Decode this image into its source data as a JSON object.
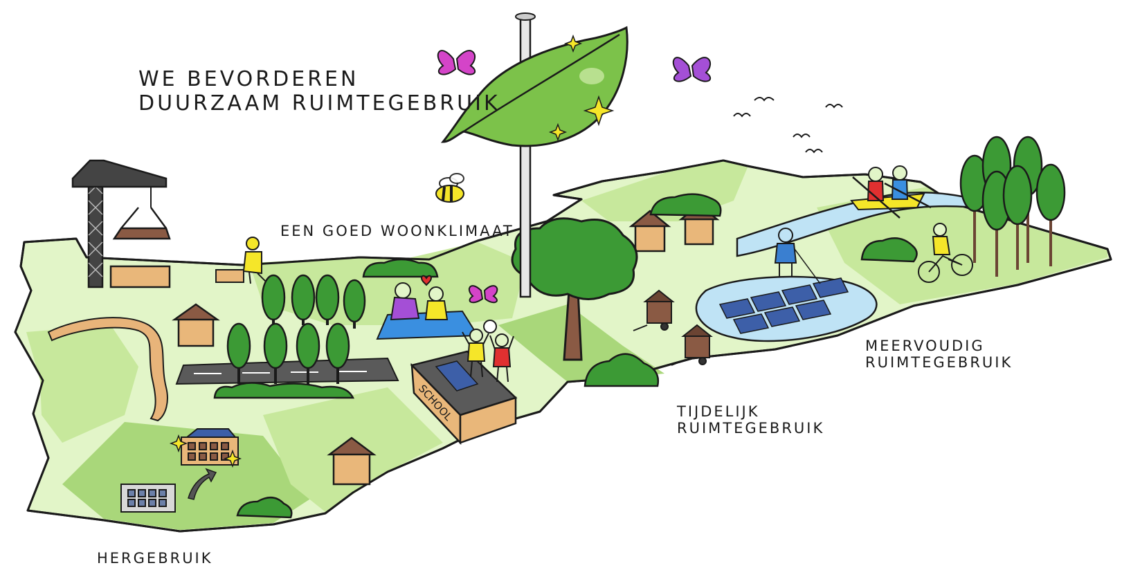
{
  "headline": {
    "line1": "WE BEVORDEREN",
    "line2": "DUURZAAM RUIMTEGEBRUIK"
  },
  "labels": {
    "woonklimaat": "EEN GOED WOONKLIMAAT",
    "meervoudig_line1": "MEERVOUDIG",
    "meervoudig_line2": "RUIMTEGEBRUIK",
    "tijdelijk_line1": "TIJDELIJK",
    "tijdelijk_line2": "RUIMTEGEBRUIK",
    "hergebruik": "HERGEBRUIK"
  },
  "school_sign": "SCHOOL",
  "colors": {
    "land_light": "#e2f5c8",
    "land_mid": "#c7e89c",
    "land_dark": "#a9d77a",
    "outline": "#1a1a1a",
    "tree_green": "#3c9a35",
    "tree_dark": "#2d7d2a",
    "leaf_green": "#7cc24a",
    "water": "#bfe3f5",
    "solar": "#3d5fa8",
    "house_wall": "#e9b77a",
    "house_roof": "#8a5a44",
    "butterfly_pink": "#d444c8",
    "butterfly_purple": "#a44fd6",
    "sparkle": "#f5e629",
    "road": "#5a5a5a"
  },
  "icons": [
    "leaf-icon",
    "crane-icon",
    "butterfly-icon",
    "bee-icon",
    "tree-icon",
    "house-icon",
    "solar-panel-icon",
    "school-icon",
    "kayak-icon",
    "cyclist-icon",
    "bird-icon",
    "sparkle-icon",
    "heart-icon",
    "tiny-house-icon",
    "arrow-icon"
  ]
}
